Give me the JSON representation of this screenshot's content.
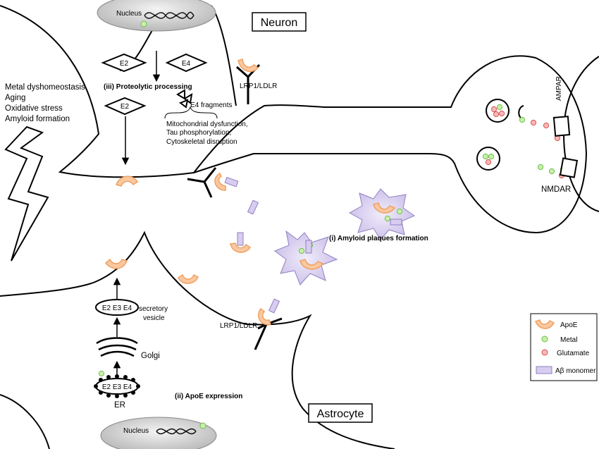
{
  "labels": {
    "neuron": "Neuron",
    "astrocyte": "Astrocyte",
    "nucleus_top": "Nucleus",
    "nucleus_bottom": "Nucleus",
    "e2_top": "E2",
    "e4_top": "E4",
    "e2_middle": "E2",
    "proteolytic": "(iii) Proteolytic processing",
    "e4_fragments": "E4 fragments",
    "mito_1": "Mitochondrial dysfunction,",
    "mito_2": "Tau phosphorylation,",
    "mito_3": "Cytoskeletal disruption",
    "lrp_top": "LRP1/LDLR",
    "lrp_bottom": "LRP1/LDLR",
    "risk_1": "Metal dyshomeostasis",
    "risk_2": "Aging",
    "risk_3": "Oxidative stress",
    "risk_4": "Amyloid formation",
    "ampar": "AMPAR",
    "nmdar": "NMDAR",
    "plaques": "(i) Amyloid plaques formation",
    "vesicle_content": "E2 E3 E4",
    "secretory_1": "secretory",
    "secretory_2": "vesicle",
    "golgi": "Golgi",
    "er_content": "E2 E3 E4",
    "er": "ER",
    "expression": "(ii) ApoE expression"
  },
  "legend": {
    "apoe": "ApoE",
    "metal": "Metal",
    "glutamate": "Glutamate",
    "abeta": "Aβ monomer"
  },
  "colors": {
    "apoe_fill": "#f9c8a0",
    "apoe_stroke": "#f0a060",
    "metal_fill": "#c8f0a8",
    "metal_stroke": "#6cbf4a",
    "glutamate_fill": "#f8b8b8",
    "glutamate_stroke": "#d85050",
    "abeta_fill": "#d8ccf0",
    "abeta_stroke": "#9080c0",
    "plaque_fill": "#d8ccf0",
    "nucleus_fill": "#d0d0d0"
  }
}
